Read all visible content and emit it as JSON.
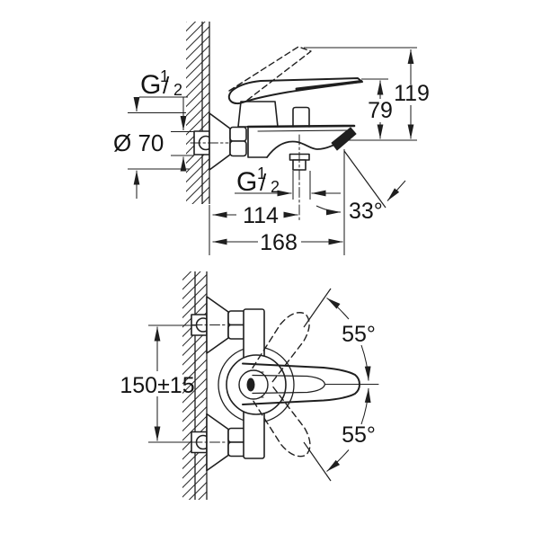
{
  "colors": {
    "line": "#1f1f1f",
    "text": "#141414",
    "background": "#ffffff"
  },
  "side_view": {
    "supply_thread": {
      "label": "G 1/2",
      "g": "G",
      "numerator": "1",
      "slash": "/",
      "denominator": "2"
    },
    "escutcheon_diameter": "Ø 70",
    "outlet_thread": {
      "label": "G 1/2",
      "g": "G",
      "numerator": "1",
      "slash": "/",
      "denominator": "2"
    },
    "dim_wall_to_outlet": "114",
    "dim_total_depth": "168",
    "dim_spout_height": "79",
    "dim_total_height": "119",
    "spout_angle": "33°"
  },
  "front_view": {
    "dim_connection_distance": "150±15",
    "swing_angle_up": "55°",
    "swing_angle_down": "55°"
  }
}
